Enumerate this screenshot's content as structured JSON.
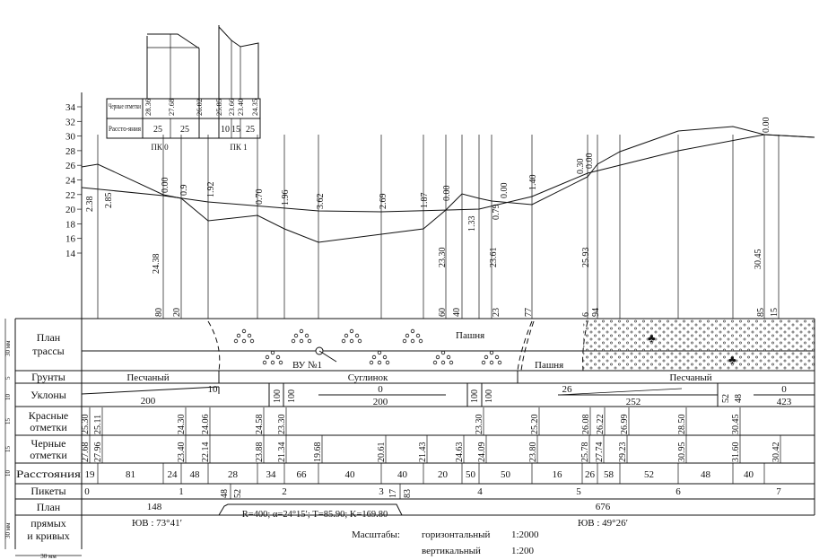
{
  "axis": {
    "ticks": [
      "34",
      "32",
      "30",
      "28",
      "26",
      "24",
      "22",
      "20",
      "18",
      "16",
      "14"
    ]
  },
  "rows": {
    "plan": "План трассы",
    "soils": "Грунты",
    "slopes": "Уклоны",
    "red": "Красные отметки",
    "black": "Черные отметки",
    "dist": "Расстояния",
    "pickets": "Пикеты",
    "plan_curves": "План прямых и кривых"
  },
  "dims": {
    "mm30": "30 мм",
    "mm5": "5",
    "mm10": "10",
    "mm15": "15",
    "mm30b": "30 мм",
    "mm30bottom": "30 мм"
  },
  "cross": {
    "pk0": "ПК 0",
    "pk1": "ПК 1",
    "black_label": "Черные отметки",
    "dist_label": "Рассто-яния",
    "pk0_marks": [
      "28.36",
      "27.68",
      "26.02"
    ],
    "pk0_dist": [
      "25",
      "25"
    ],
    "pk1_marks": [
      "25.85",
      "23.66",
      "23.40",
      "24.35"
    ],
    "pk1_dist": [
      "10",
      "15",
      "25"
    ]
  },
  "plan_labels": {
    "vu": "ВУ №1",
    "arable1": "Пашня",
    "arable2": "Пашня"
  },
  "soils": [
    "Песчаный",
    "Суглинок",
    "Песчаный"
  ],
  "slopes": [
    {
      "top": "10",
      "bottom": "200"
    },
    {
      "top": "100",
      "bottom": "100"
    },
    {
      "top": "0",
      "bottom": "200"
    },
    {
      "top": "100",
      "bottom": "100"
    },
    {
      "top": "26",
      "bottom": "252"
    },
    {
      "top": "52",
      "bottom": "48"
    },
    {
      "top": "0",
      "bottom": "423"
    }
  ],
  "red_marks": [
    "25.30",
    "25.11",
    "24.30",
    "24.06",
    "24.58",
    "23.30",
    "23.30",
    "25.20",
    "26.08",
    "26.22",
    "26.99",
    "28.50",
    "30.45"
  ],
  "black_marks": [
    "27.68",
    "27.96",
    "23.40",
    "22.14",
    "23.88",
    "21.34",
    "19.68",
    "20.61",
    "21.43",
    "24.63",
    "24.09",
    "23.80",
    "25.78",
    "27.74",
    "29.23",
    "30.95",
    "31.60",
    "30.42"
  ],
  "distances": [
    "19",
    "81",
    "24",
    "48",
    "28",
    "34",
    "66",
    "40",
    "40",
    "20",
    "50",
    "50",
    "16",
    "26",
    "58",
    "52",
    "48",
    "40"
  ],
  "pickets": [
    "0",
    "1",
    "2",
    "3",
    "4",
    "5",
    "6",
    "7"
  ],
  "picket_extras": [
    "48",
    "52",
    "17",
    "83"
  ],
  "plan_curve": {
    "left_len": "148",
    "right_len": "676",
    "curve": "R=400; α=24°15′; T=85.90; K=169.80",
    "left_bearing": "ЮВ : 73°41′",
    "right_bearing": "ЮВ : 49°26′"
  },
  "scales": {
    "label": "Масштабы:",
    "h_label": "горизонтальный",
    "h_value": "1:2000",
    "v_label": "вертикальный",
    "v_value": "1:200"
  },
  "profile_labels": {
    "work_marks": [
      "2.38",
      "2.85",
      "0.00",
      "0.9",
      "1.92",
      "0.70",
      "1.96",
      "3.62",
      "2.69",
      "1.87",
      "0.00",
      "1.33",
      "0.79",
      "0.00",
      "1.40",
      "0.30",
      "0.00",
      "0.00"
    ],
    "vert_values": [
      "24.38",
      "23.30",
      "23.61",
      "25.93",
      "30.45"
    ],
    "plus_values": [
      "80",
      "20",
      "60",
      "40",
      "23",
      "77",
      "6",
      "94",
      "85",
      "15"
    ]
  }
}
